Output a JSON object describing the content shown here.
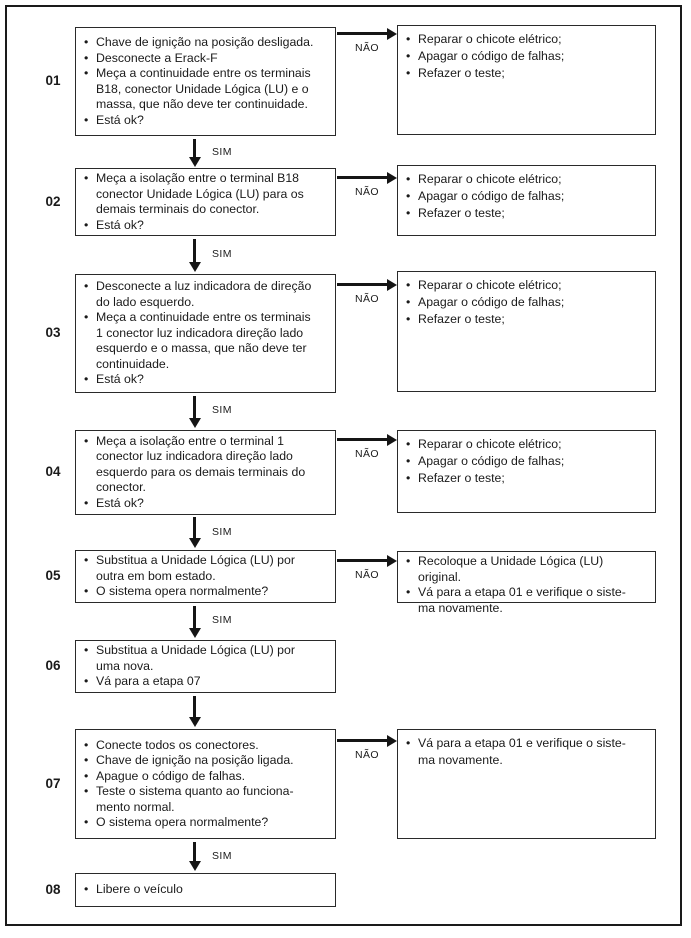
{
  "glyphs": {
    "bullet": "•"
  },
  "labels": {
    "yes": "SIM",
    "no": "NÃO"
  },
  "steps": [
    {
      "number": "01",
      "left": {
        "items": [
          "Chave de ignição na posição desligada.",
          "Desconecte a Erack-F",
          "Meça a continuidade entre os terminais\nB18, conector Unidade Lógica (LU) e o\nmassa, que não deve ter continuidade.",
          "Está ok?"
        ]
      },
      "right": {
        "items": [
          "Reparar o chicote elétrico;",
          "Apagar o código de falhas;",
          "Refazer o teste;"
        ]
      }
    },
    {
      "number": "02",
      "left": {
        "items": [
          "Meça a isolação entre o terminal B18\nconector Unidade Lógica (LU) para os\ndemais terminais  do conector.",
          "Está ok?"
        ]
      },
      "right": {
        "items": [
          "Reparar o chicote elétrico;",
          "Apagar o código de falhas;",
          "Refazer o teste;"
        ]
      }
    },
    {
      "number": "03",
      "left": {
        "items": [
          "Desconecte a luz indicadora de direção\ndo  lado esquerdo.",
          "Meça a continuidade entre os terminais\n1 conector luz indicadora direção lado\nesquerdo e o massa, que não deve ter\ncontinuidade.",
          "Está ok?"
        ]
      },
      "right": {
        "items": [
          "Reparar o chicote elétrico;",
          "Apagar o código de falhas;",
          "Refazer o teste;"
        ]
      }
    },
    {
      "number": "04",
      "left": {
        "items": [
          "Meça a isolação entre o terminal 1\nconector luz indicadora direção lado\nesquerdo para os demais terminais  do\nconector.",
          "Está ok?"
        ]
      },
      "right": {
        "items": [
          "Reparar o chicote elétrico;",
          "Apagar o código de falhas;",
          "Refazer o teste;"
        ]
      }
    },
    {
      "number": "05",
      "left": {
        "items": [
          "Substitua a Unidade Lógica (LU) por\noutra em bom estado.",
          "O sistema opera normalmente?"
        ]
      },
      "right": {
        "items": [
          "Recoloque a Unidade Lógica (LU) original.",
          "Vá para a etapa 01 e verifique o siste-\nma novamente."
        ]
      }
    },
    {
      "number": "06",
      "left": {
        "items": [
          "Substitua a Unidade Lógica (LU) por\numa nova.",
          "Vá para a etapa 07"
        ]
      }
    },
    {
      "number": "07",
      "left": {
        "items": [
          "Conecte todos os conectores.",
          "Chave de ignição na posição ligada.",
          "Apague o código de falhas.",
          "Teste o sistema quanto ao funciona-\nmento normal.",
          "O sistema opera normalmente?"
        ]
      },
      "right": {
        "items": [
          "Vá para a etapa 01 e verifique o siste-\nma novamente."
        ]
      }
    },
    {
      "number": "08",
      "left": {
        "items": [
          "Libere o veículo"
        ]
      }
    }
  ]
}
